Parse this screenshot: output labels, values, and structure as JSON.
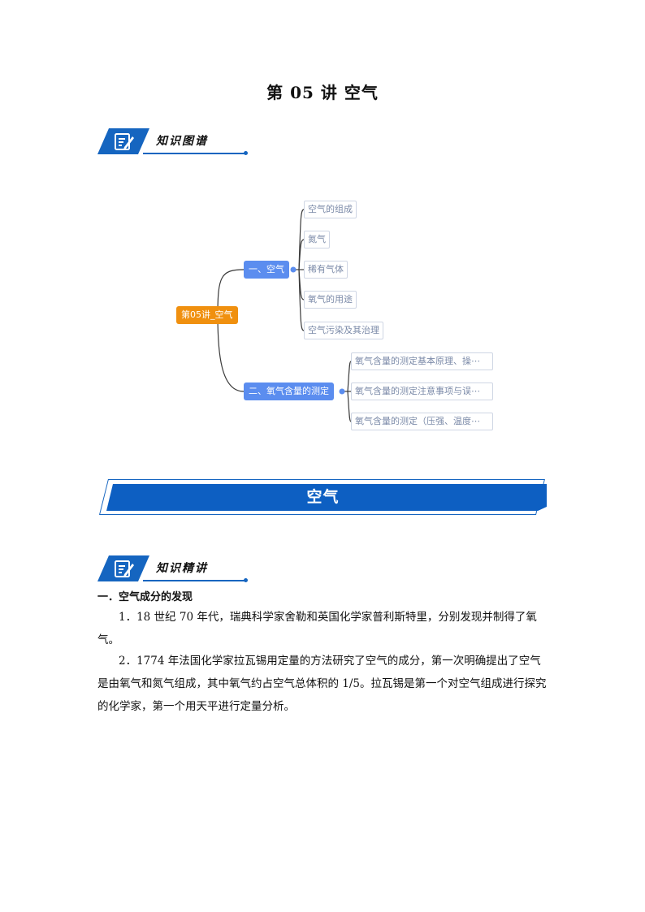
{
  "page_title": "第 05 讲  空气",
  "section1": {
    "label": "知识图谱",
    "icon": "edit-note-icon"
  },
  "mindmap": {
    "root": "第05讲_空气",
    "branches": [
      {
        "label": "一、空气",
        "children": [
          "空气的组成",
          "氮气",
          "稀有气体",
          "氧气的用途",
          "空气污染及其治理"
        ]
      },
      {
        "label": "二、氧气含量的测定",
        "children": [
          "氧气含量的测定基本原理、操⋯",
          "氧气含量的测定注意事项与误⋯",
          "氧气含量的测定（压强、温度⋯"
        ]
      }
    ],
    "colors": {
      "root": "#f0900f",
      "branch": "#5b8def",
      "line": "#3a3a3a"
    }
  },
  "banner": {
    "title": "空气"
  },
  "section2": {
    "label": "知识精讲",
    "icon": "edit-note-icon"
  },
  "content": {
    "heading": "一．空气成分的发现",
    "p1": "1．18 世纪 70 年代，瑞典科学家舍勒和英国化学家普利斯特里，分别发现并制得了氧气。",
    "p2": "2．1774 年法国化学家拉瓦锡用定量的方法研究了空气的成分，第一次明确提出了空气是由氧气和氮气组成，其中氧气约占空气总体积的 1/5。拉瓦锡是第一个对空气组成进行探究的化学家，第一个用天平进行定量分析。"
  },
  "accent_color": "#1565c0"
}
